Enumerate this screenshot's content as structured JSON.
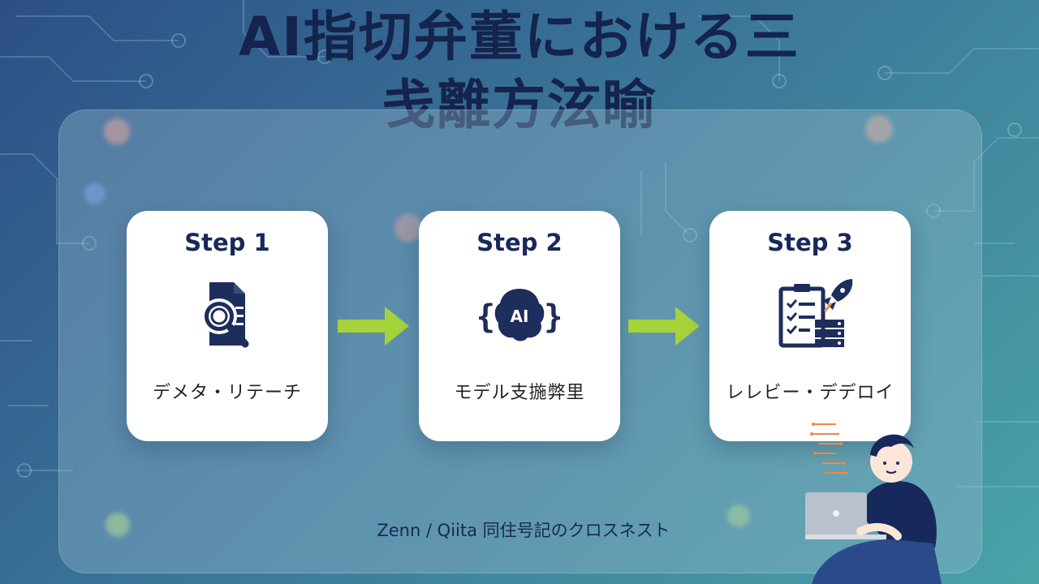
{
  "title": {
    "line1": "AI指切弁董における三",
    "line2": "戋離方泫睮"
  },
  "steps": [
    {
      "step": "Step 1",
      "label": "デメタ・リテーチ",
      "icon": "document-search-icon"
    },
    {
      "step": "Step 2",
      "label": "モデル支揓弊里",
      "icon": "ai-brain-icon"
    },
    {
      "step": "Step 3",
      "label": "レレビー・デデロイ",
      "icon": "checklist-rocket-server-icon"
    }
  ],
  "footer": "Zenn / Qiita 同住号記のクロスネスト",
  "colors": {
    "title": "#14244d",
    "accent_arrow": "#a6d23a",
    "card_bg": "#ffffff",
    "icon": "#1d2d5c",
    "rocket_flame": "#f08a3c"
  }
}
